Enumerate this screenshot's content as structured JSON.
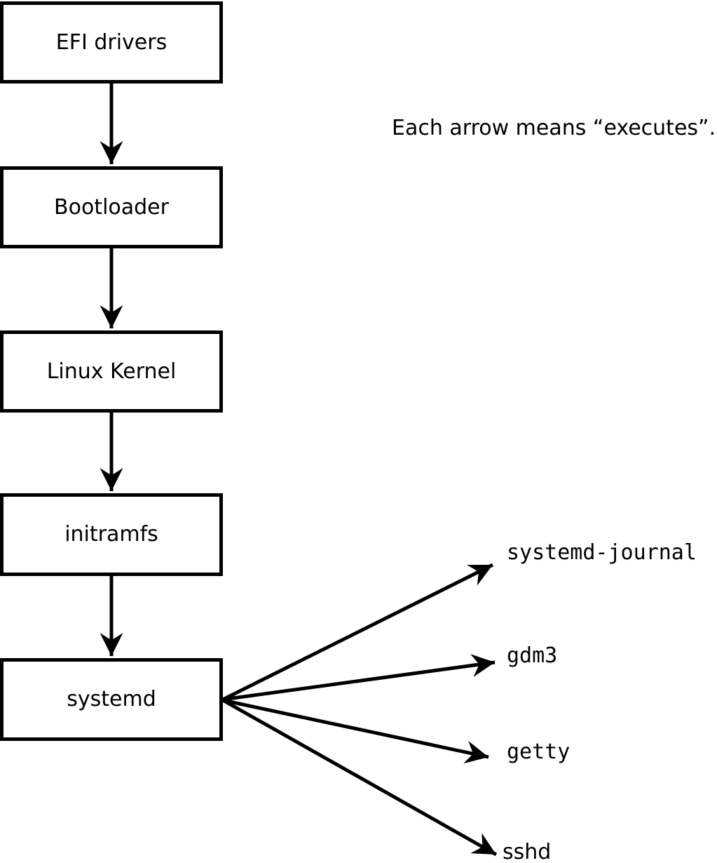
{
  "diagram": {
    "note": "Each arrow means “executes”.",
    "chain": [
      {
        "label": "EFI drivers"
      },
      {
        "label": "Bootloader"
      },
      {
        "label": "Linux Kernel"
      },
      {
        "label": "initramfs"
      },
      {
        "label": "systemd"
      }
    ],
    "spawned": [
      {
        "label": "systemd-journal"
      },
      {
        "label": "gdm3"
      },
      {
        "label": "getty"
      },
      {
        "label": "sshd"
      }
    ],
    "colors": {
      "line": "#000000",
      "box_fill": "#ffffff",
      "background": "#ffffff",
      "text": "#000000"
    }
  }
}
